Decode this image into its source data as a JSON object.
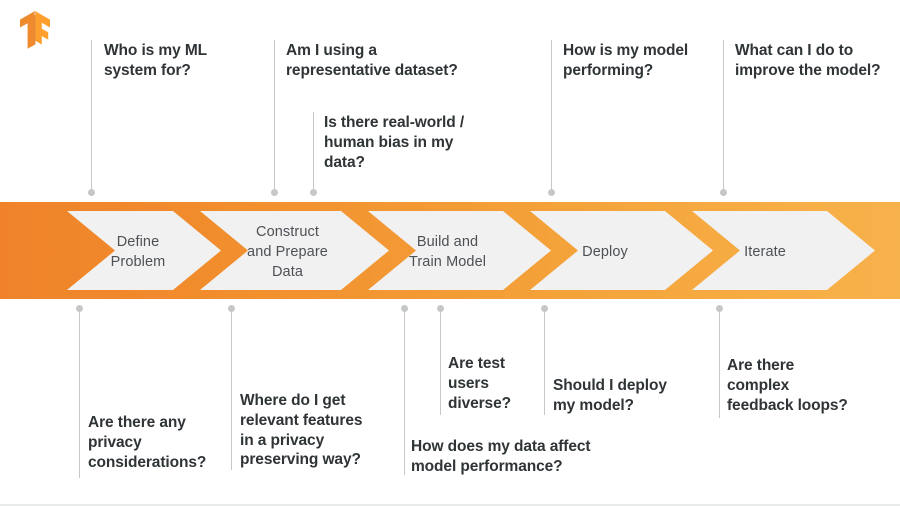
{
  "slide": {
    "background": "#ffffff",
    "logo": {
      "name": "tensorflow-logo",
      "colors": [
        "#ff8d1f",
        "#e8801d",
        "#ffa32a"
      ]
    }
  },
  "colors": {
    "bar_start": "#f0832a",
    "bar_end": "#f7b14b",
    "chevron_fill": "#f1f1f1",
    "callout_text": "#2f3437",
    "step_text": "#4d5156",
    "leader_line": "#c6c7c8"
  },
  "process": {
    "name": "ml-workflow-bar",
    "steps": [
      {
        "id": "define-problem",
        "label": "Define\nProblem"
      },
      {
        "id": "construct-prepare-data",
        "label": "Construct\nand Prepare\nData"
      },
      {
        "id": "build-train-model",
        "label": "Build and\nTrain Model"
      },
      {
        "id": "deploy",
        "label": "Deploy"
      },
      {
        "id": "iterate",
        "label": "Iterate"
      }
    ]
  },
  "callouts_top": [
    {
      "id": "who-is-my-ml-system-for",
      "text": "Who is my ML\nsystem for?"
    },
    {
      "id": "representative-dataset",
      "text": "Am I using a\nrepresentative dataset?"
    },
    {
      "id": "real-world-human-bias",
      "text": "Is there real-world /\nhuman bias in my\ndata?"
    },
    {
      "id": "how-is-my-model-performing",
      "text": "How is my model\nperforming?"
    },
    {
      "id": "improve-the-model",
      "text": "What can I do to\nimprove the model?"
    }
  ],
  "callouts_bottom": [
    {
      "id": "privacy-considerations",
      "text": "Are there any\nprivacy\nconsiderations?"
    },
    {
      "id": "relevant-features-privacy",
      "text": "Where do I get\nrelevant features\nin a privacy\npreserving way?"
    },
    {
      "id": "data-affect-performance",
      "text": "How does my data affect\nmodel performance?"
    },
    {
      "id": "test-users-diverse",
      "text": "Are test\nusers\ndiverse?"
    },
    {
      "id": "should-i-deploy",
      "text": "Should I deploy\nmy model?"
    },
    {
      "id": "complex-feedback-loops",
      "text": "Are there\ncomplex\nfeedback loops?"
    }
  ]
}
